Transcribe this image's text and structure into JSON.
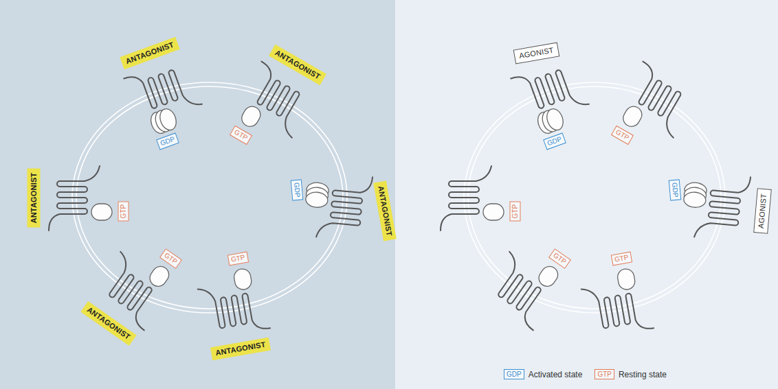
{
  "diagram": {
    "nodes": [
      {
        "text": [
          "ANTAGONIST"
        ]
      },
      {
        "text": [
          "ANTAGONIST"
        ]
      },
      {
        "text": [
          "ANTAGONIST"
        ]
      },
      {
        "text": [
          "ANTAGONIST"
        ]
      },
      {
        "text": [
          "ANTAGONIST"
        ]
      },
      {
        "text": [
          "ANTAGONIST"
        ]
      },
      {
        "text": [
          "GDP"
        ]
      },
      {
        "text": [
          "GTP"
        ]
      },
      {
        "text": [
          "GTP"
        ]
      },
      {
        "text": [
          "GDP"
        ]
      },
      {
        "text": [
          "GTP"
        ]
      },
      {
        "text": [
          "GTP"
        ]
      },
      {
        "text": [
          "AGONIST"
        ]
      },
      {
        "text": [
          "AGONIST"
        ]
      },
      {
        "text": [
          "GDP"
        ]
      },
      {
        "text": [
          "GTP"
        ]
      },
      {
        "text": [
          "GTP"
        ]
      },
      {
        "text": [
          "GDP"
        ]
      },
      {
        "text": [
          "GTP"
        ]
      },
      {
        "text": [
          "GTP"
        ]
      }
    ],
    "labels": [
      "GDP",
      "GTP"
    ],
    "legend": [
      {
        "text": "Activated state"
      },
      {
        "text": "Resting state"
      }
    ]
  }
}
